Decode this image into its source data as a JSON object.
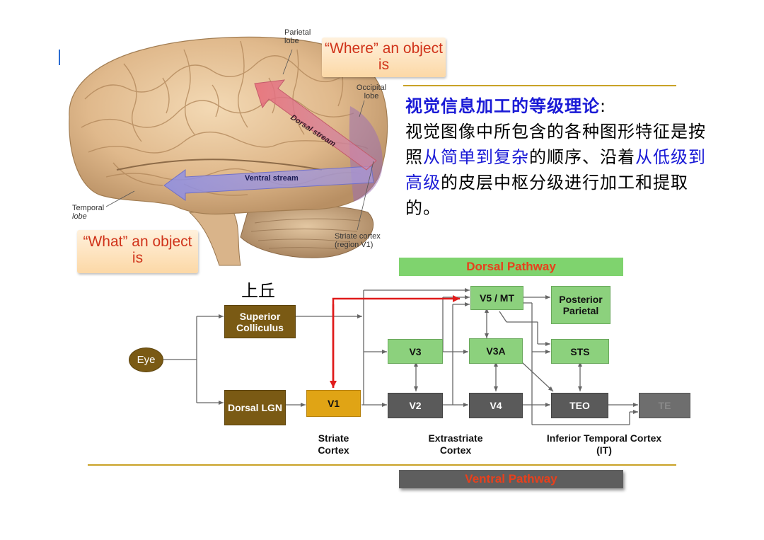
{
  "brain": {
    "labels": {
      "parietal": "Parietal lobe",
      "occipital": "Occipital lobe",
      "temporal_line1": "Temporal",
      "temporal_line2": "lobe",
      "striate_line1": "Striate cortex",
      "striate_line2": "(region V1)",
      "dorsal_stream": "Dorsal stream",
      "ventral_stream": "Ventral stream"
    },
    "where_callout": "“Where” an object is",
    "what_callout": "“What” an object is"
  },
  "theory": {
    "title": "视觉信息加工的等级理论",
    "colon": ":",
    "line1": "视觉图像中所包含的各种图形特征是按照",
    "hl1": "从简单到复杂",
    "mid": "的顺序、沿着",
    "hl2": "从低级到高级",
    "tail": "的皮层中枢分级进行加工和提取的。"
  },
  "pathways": {
    "dorsal": "Dorsal Pathway",
    "ventral": "Ventral Pathway"
  },
  "colors": {
    "dorsal_bar": "#7fd36e",
    "ventral_bar": "#5e5e5e",
    "pathway_text": "#e8401c",
    "highlight_text": "#1a1ad6",
    "red_arrow": "#e01b1b"
  },
  "nodes": {
    "eye": "Eye",
    "sc_chinese": "上丘",
    "superior_colliculus": "Superior Colliculus",
    "dorsal_lgn": "Dorsal LGN",
    "v1": "V1",
    "v2": "V2",
    "v3": "V3",
    "v3a": "V3A",
    "v4": "V4",
    "v5mt": "V5 / MT",
    "posterior_parietal": "Posterior Parietal",
    "sts": "STS",
    "teo": "TEO",
    "te": "TE"
  },
  "captions": {
    "striate": "Striate Cortex",
    "extrastriate": "Extrastriate Cortex",
    "inferior_temporal": "Inferior Temporal Cortex (IT)"
  }
}
